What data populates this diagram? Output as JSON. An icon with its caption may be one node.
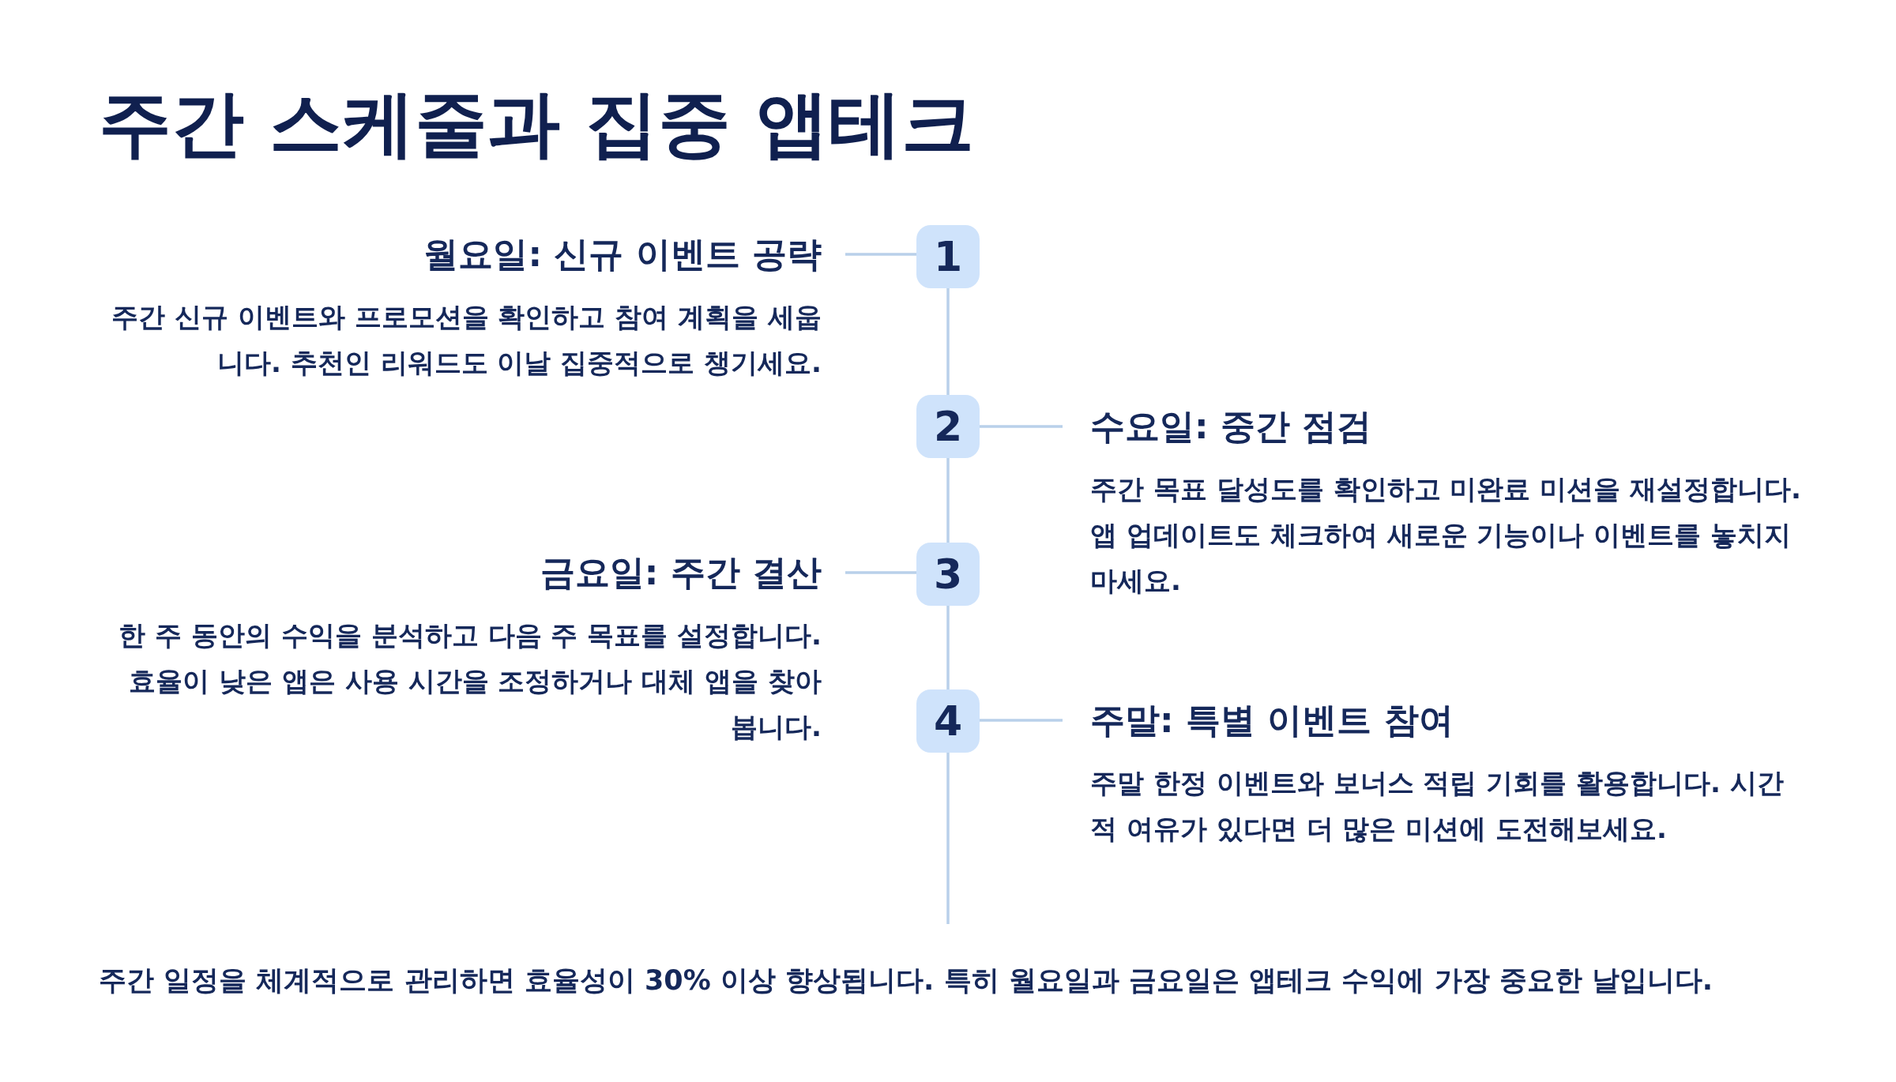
{
  "diagram": {
    "title": "주간 **스케줄**과 집중 앱테크",
    "caption": "주간 일정을 체계적으로 관리하면 **효율성이 30% 이상 향상**됩니다. 특히 월요일과 금요일은 앱테크 수익에 가장 중요한 날입니다.",
    "nodes": [
      {
        "text": [
          "월요일: 신규 이벤트 공략",
          "주간 신규 이벤트와 프로모션을 확인하고 참여 계획을 세웁니다. 추천인 리워드도 이날 집중적으로 챙기세요."
        ]
      },
      {
        "text": [
          "1"
        ]
      },
      {
        "text": [
          "2"
        ]
      },
      {
        "text": [
          "수요일: 중간 점검",
          "주간 목표 달성도를 확인하고 미완료 미션을 재설정합니다. 앱 업데이트도 체크하여 새로운 기능이나 이벤트를 놓치지 마세요."
        ]
      },
      {
        "text": [
          "금요일: 주간 결산",
          "한 주 동안의 수익을 분석하고 다음 주 목표를 설정합니다. 효율이 낮은 앱은 사용 시간을 조정하거나 대체 앱을 찾아봅니다."
        ]
      },
      {
        "text": [
          "3"
        ]
      },
      {
        "text": [
          "4"
        ]
      },
      {
        "text": [
          "주말: 특별 이벤트 참여",
          "주말 한정 이벤트와 보너스 적립 기회를 활용합니다. 시간적 여유가 있다면 더 많은 미션에 도전해보세요."
        ]
      }
    ],
    "edges": [
      {
        "from": 0,
        "to": 1,
        "arrow": "none"
      },
      {
        "from": 1,
        "to": 2,
        "arrow": "none"
      },
      {
        "from": 2,
        "to": 3,
        "arrow": "none"
      },
      {
        "from": 2,
        "to": 5,
        "arrow": "none"
      },
      {
        "from": 4,
        "to": 5,
        "arrow": "none"
      },
      {
        "from": 5,
        "to": 6,
        "arrow": "none"
      },
      {
        "from": 6,
        "to": 7,
        "arrow": "none"
      },
      {
        "from": 6,
        "to": null,
        "arrow": "none"
      }
    ]
  }
}
